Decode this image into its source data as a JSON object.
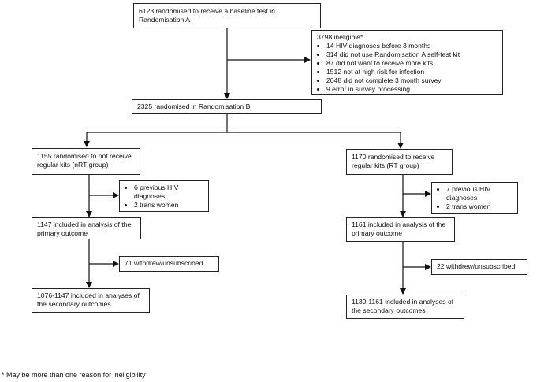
{
  "diagram": {
    "baseline_box": "6123 randomised to receive a baseline test in Randomisation A",
    "ineligible": {
      "title": "3798 ineligible*",
      "reasons": [
        "14 HIV diagnoses before 3 months",
        "314 did not use Randomisation A self-test kit",
        "87 did not want to receive more kits",
        "1512 not at high risk for infection",
        "2048 did not complete 3 month survey",
        "9 error in survey processing"
      ]
    },
    "randomisation_b_box": "2325 randomised in Randomisation B",
    "nrt_arm": {
      "allocated": "1155 randomised to not receive regular kits (nRT group)",
      "exclusions": [
        "6 previous HIV diagnoses",
        "2 trans women"
      ],
      "primary": "1147 included in analysis of the primary outcome",
      "withdrew": "71 withdrew/unsubscribed",
      "secondary": "1076-1147 included in analyses of the secondary outcomes"
    },
    "rt_arm": {
      "allocated": "1170 randomised to receive regular kits (RT group)",
      "exclusions": [
        "7 previous HIV diagnoses",
        "2 trans women"
      ],
      "primary": "1161 included in analysis of the primary outcome",
      "withdrew": "22 withdrew/unsubscribed",
      "secondary": "1139-1161 included in analyses of the secondary outcomes"
    },
    "footnote": "* May be more than one reason for ineligibility"
  }
}
